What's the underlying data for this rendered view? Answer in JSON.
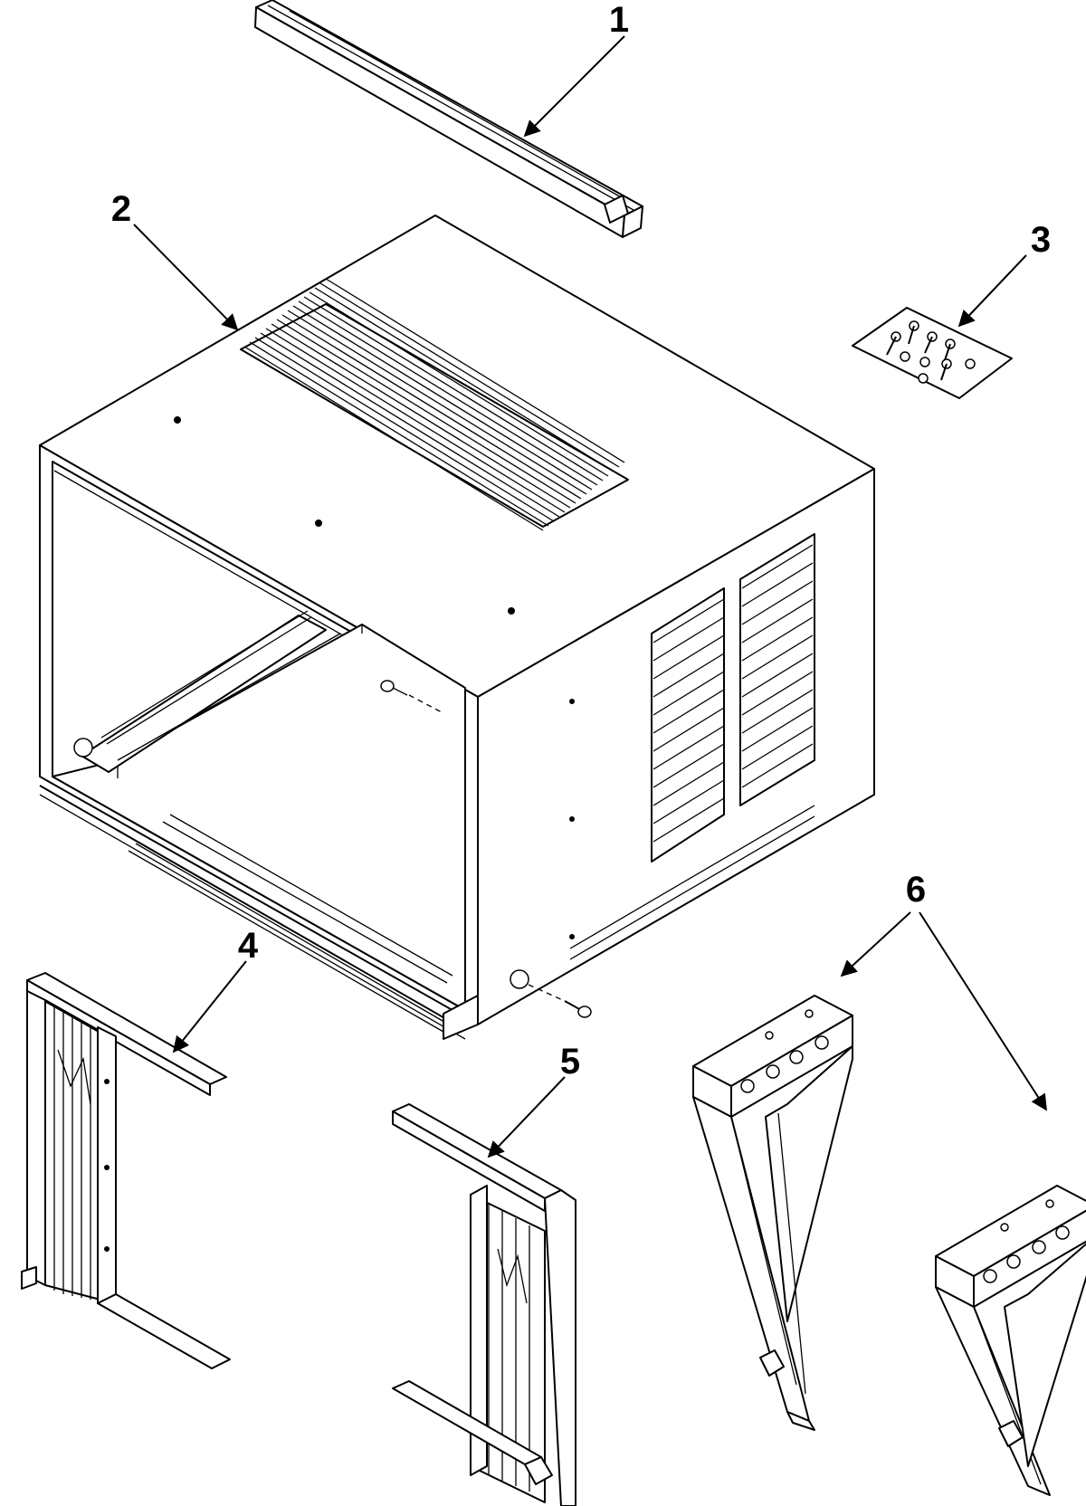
{
  "diagram": {
    "callouts": [
      {
        "id": "1",
        "label": "1"
      },
      {
        "id": "2",
        "label": "2"
      },
      {
        "id": "3",
        "label": "3"
      },
      {
        "id": "4",
        "label": "4"
      },
      {
        "id": "5",
        "label": "5"
      },
      {
        "id": "6",
        "label": "6"
      }
    ],
    "parts": [
      {
        "callout": "1",
        "icon": "top-rail-channel-icon"
      },
      {
        "callout": "2",
        "icon": "cabinet-sleeve-icon"
      },
      {
        "callout": "3",
        "icon": "hardware-bag-icon"
      },
      {
        "callout": "4",
        "icon": "left-side-curtain-icon"
      },
      {
        "callout": "5",
        "icon": "right-side-curtain-icon"
      },
      {
        "callout": "6",
        "icon": "support-bracket-icon"
      }
    ],
    "colors": {
      "ink": "#000000",
      "paper": "#ffffff"
    }
  }
}
